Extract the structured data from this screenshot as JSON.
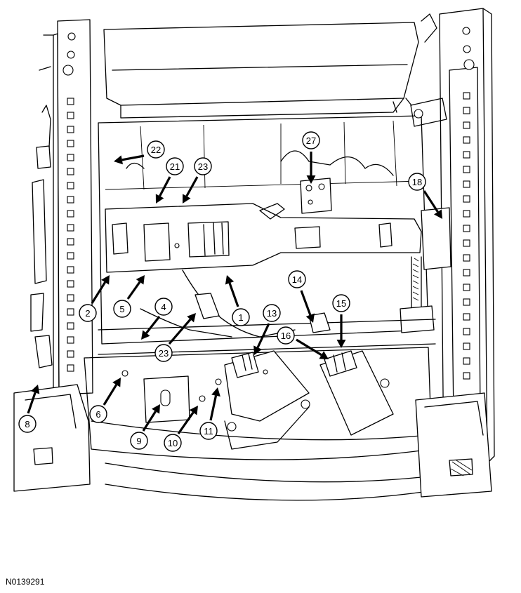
{
  "figure_id": "N0139291",
  "callouts": [
    {
      "key": "c1",
      "label": "1"
    },
    {
      "key": "c2",
      "label": "2"
    },
    {
      "key": "c4",
      "label": "4"
    },
    {
      "key": "c5",
      "label": "5"
    },
    {
      "key": "c6",
      "label": "6"
    },
    {
      "key": "c8",
      "label": "8"
    },
    {
      "key": "c9",
      "label": "9"
    },
    {
      "key": "c10",
      "label": "10"
    },
    {
      "key": "c11",
      "label": "11"
    },
    {
      "key": "c13",
      "label": "13"
    },
    {
      "key": "c14",
      "label": "14"
    },
    {
      "key": "c15",
      "label": "15"
    },
    {
      "key": "c16",
      "label": "16"
    },
    {
      "key": "c18",
      "label": "18"
    },
    {
      "key": "c21",
      "label": "21"
    },
    {
      "key": "c22",
      "label": "22"
    },
    {
      "key": "c23a",
      "label": "23"
    },
    {
      "key": "c23b",
      "label": "23"
    },
    {
      "key": "c27",
      "label": "27"
    }
  ]
}
